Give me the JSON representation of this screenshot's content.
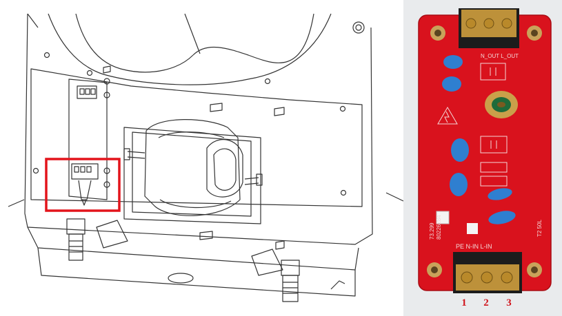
{
  "left_figure": {
    "highlight_color": "#e3141b",
    "line_color": "#333333"
  },
  "pcb_photo": {
    "board_color": "#d9121d",
    "top_silkscreen": "N_OUT  L_OUT",
    "bottom_silkscreen": "PE  N-IN  L-IN",
    "part_number": "73.299",
    "part_code": "80226284",
    "side_silkscreen": "T2 50L",
    "terminal_labels": [
      "1",
      "2",
      "3"
    ],
    "label_color": "#d0141c"
  }
}
